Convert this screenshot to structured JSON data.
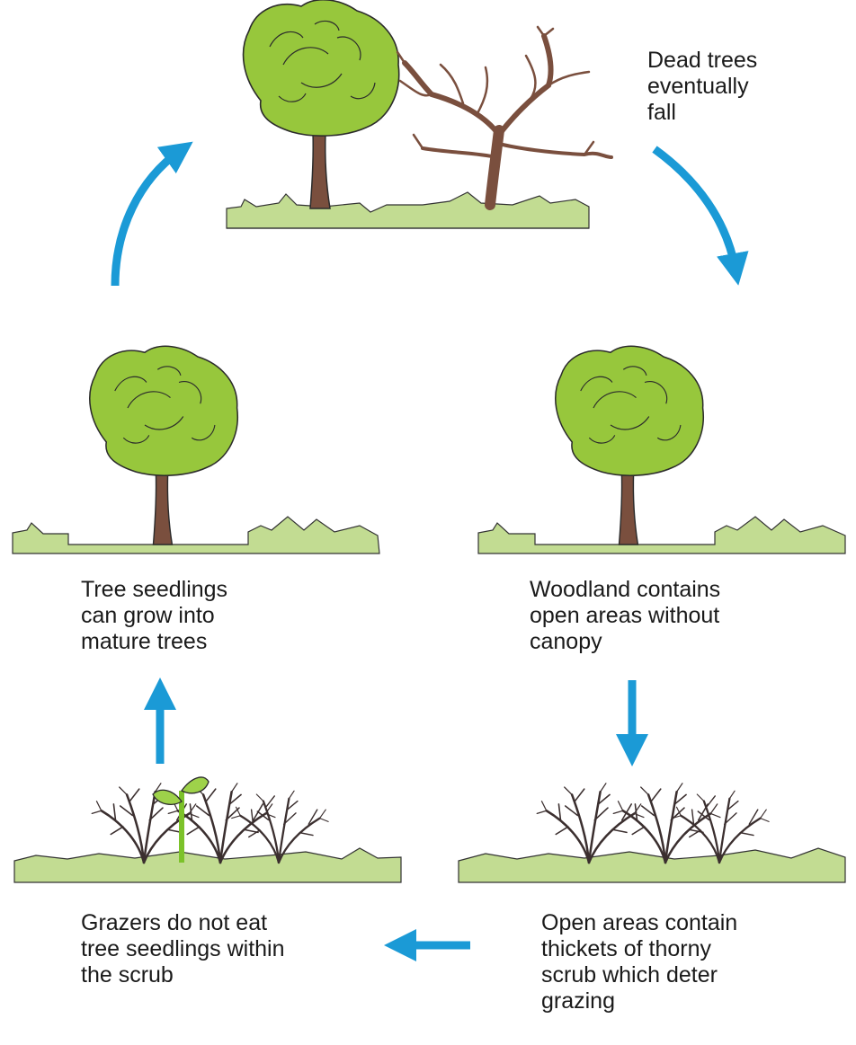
{
  "captions": {
    "dead_trees": [
      "Dead trees",
      "eventually",
      "fall"
    ],
    "seedlings_grow": [
      "Tree seedlings",
      "can grow into",
      "mature trees"
    ],
    "woodland_open": [
      "Woodland contains",
      "open areas without",
      "canopy"
    ],
    "grazers": [
      "Grazers do not eat",
      "tree seedlings within",
      "the scrub"
    ],
    "thickets": [
      "Open areas contain",
      "thickets of thorny",
      "scrub which deter",
      "grazing"
    ]
  },
  "icons": {
    "stage_top": [
      "live-tree-icon",
      "dead-tree-icon"
    ],
    "stage_left": [
      "live-tree-icon"
    ],
    "stage_right": [
      "live-tree-icon"
    ],
    "stage_bottom_left": [
      "thorny-scrub-icon",
      "seedling-icon"
    ],
    "stage_bottom_right": [
      "thorny-scrub-icon"
    ],
    "arrows": [
      "curved-arrow-down-icon",
      "arrow-down-icon",
      "arrow-left-icon",
      "arrow-up-icon",
      "curved-arrow-up-icon"
    ]
  },
  "colors": {
    "arrow": "#1b9ad6",
    "foliage": "#97c73c",
    "foliage_outline": "#2b2b2b",
    "trunk": "#7a4f3e",
    "dead_tree": "#7a4f3e",
    "grass": "#c2dc92",
    "ground_line": "#333333",
    "scrub": "#3b2f2f",
    "seedling": "#7cc22a",
    "text": "#1a1a1a"
  }
}
